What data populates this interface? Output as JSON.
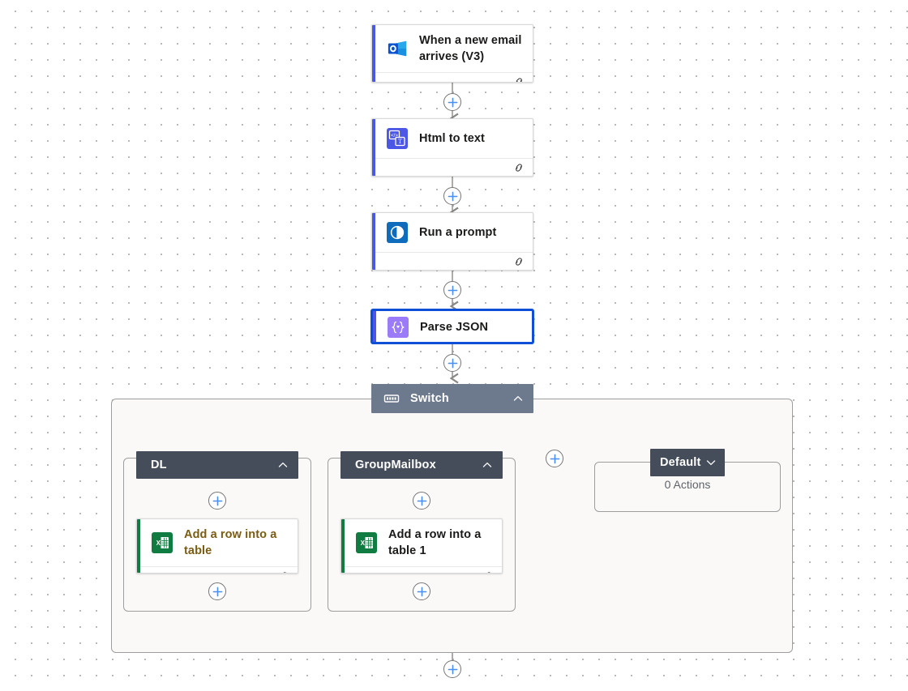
{
  "canvas": {
    "background": "#ffffff",
    "grid_dot_color": "#b9b9bd",
    "accent_blue": "#0f6cbd",
    "scope_fill": "#faf9f8",
    "switch_header_color": "#6d7a8d",
    "case_header_color": "#454d5b"
  },
  "flow": {
    "nodes": [
      {
        "id": "trigger-outlook",
        "title": "When a new email arrives (V3)",
        "icon": "outlook-icon",
        "accent": "#4c57e8",
        "selected": false,
        "has_footer": true,
        "footer_icon": "link-icon"
      },
      {
        "id": "html-to-text",
        "title": "Html to text",
        "icon": "html-to-text-icon",
        "accent": "#4c57e8",
        "selected": false,
        "has_footer": true,
        "footer_icon": "link-icon"
      },
      {
        "id": "run-a-prompt",
        "title": "Run a prompt",
        "icon": "ai-prompt-icon",
        "accent": "#4c57e8",
        "selected": false,
        "has_footer": true,
        "footer_icon": "link-icon"
      },
      {
        "id": "parse-json",
        "title": "Parse JSON",
        "icon": "parse-json-icon",
        "accent": "#4c57e8",
        "selected": true,
        "has_footer": false,
        "footer_icon": ""
      }
    ],
    "switch": {
      "label": "Switch",
      "icon": "switch-icon",
      "collapse_icon": "chevron-up-icon",
      "expanded": true,
      "cases": [
        {
          "id": "case-dl",
          "label": "DL",
          "collapse_icon": "chevron-up-icon",
          "expanded": true,
          "actions": [
            {
              "id": "add-row-table",
              "title": "Add a row into a table",
              "icon": "excel-icon",
              "accent": "#107c41",
              "title_color": "amber",
              "footer_icon": "link-icon"
            }
          ]
        },
        {
          "id": "case-groupmailbox",
          "label": "GroupMailbox",
          "collapse_icon": "chevron-up-icon",
          "expanded": true,
          "actions": [
            {
              "id": "add-row-table-1",
              "title": "Add a row into a table 1",
              "icon": "excel-icon",
              "accent": "#107c41",
              "title_color": "dark",
              "footer_icon": "link-icon"
            }
          ]
        },
        {
          "id": "case-default",
          "label": "Default",
          "collapse_icon": "chevron-down-icon",
          "expanded": false,
          "empty_text": "0 Actions",
          "actions": []
        }
      ]
    },
    "add_buttons": [
      {
        "id": "add-after-trigger",
        "label": "+"
      },
      {
        "id": "add-after-html-to-text",
        "label": "+"
      },
      {
        "id": "add-after-run-a-prompt",
        "label": "+"
      },
      {
        "id": "add-after-parse-json",
        "label": "+"
      },
      {
        "id": "add-case-to-switch",
        "label": "+"
      },
      {
        "id": "add-before-dl-action",
        "label": "+"
      },
      {
        "id": "add-after-dl-action",
        "label": "+"
      },
      {
        "id": "add-before-groupmailbox-action",
        "label": "+"
      },
      {
        "id": "add-after-groupmailbox-action",
        "label": "+"
      },
      {
        "id": "add-after-switch",
        "label": "+"
      }
    ]
  }
}
